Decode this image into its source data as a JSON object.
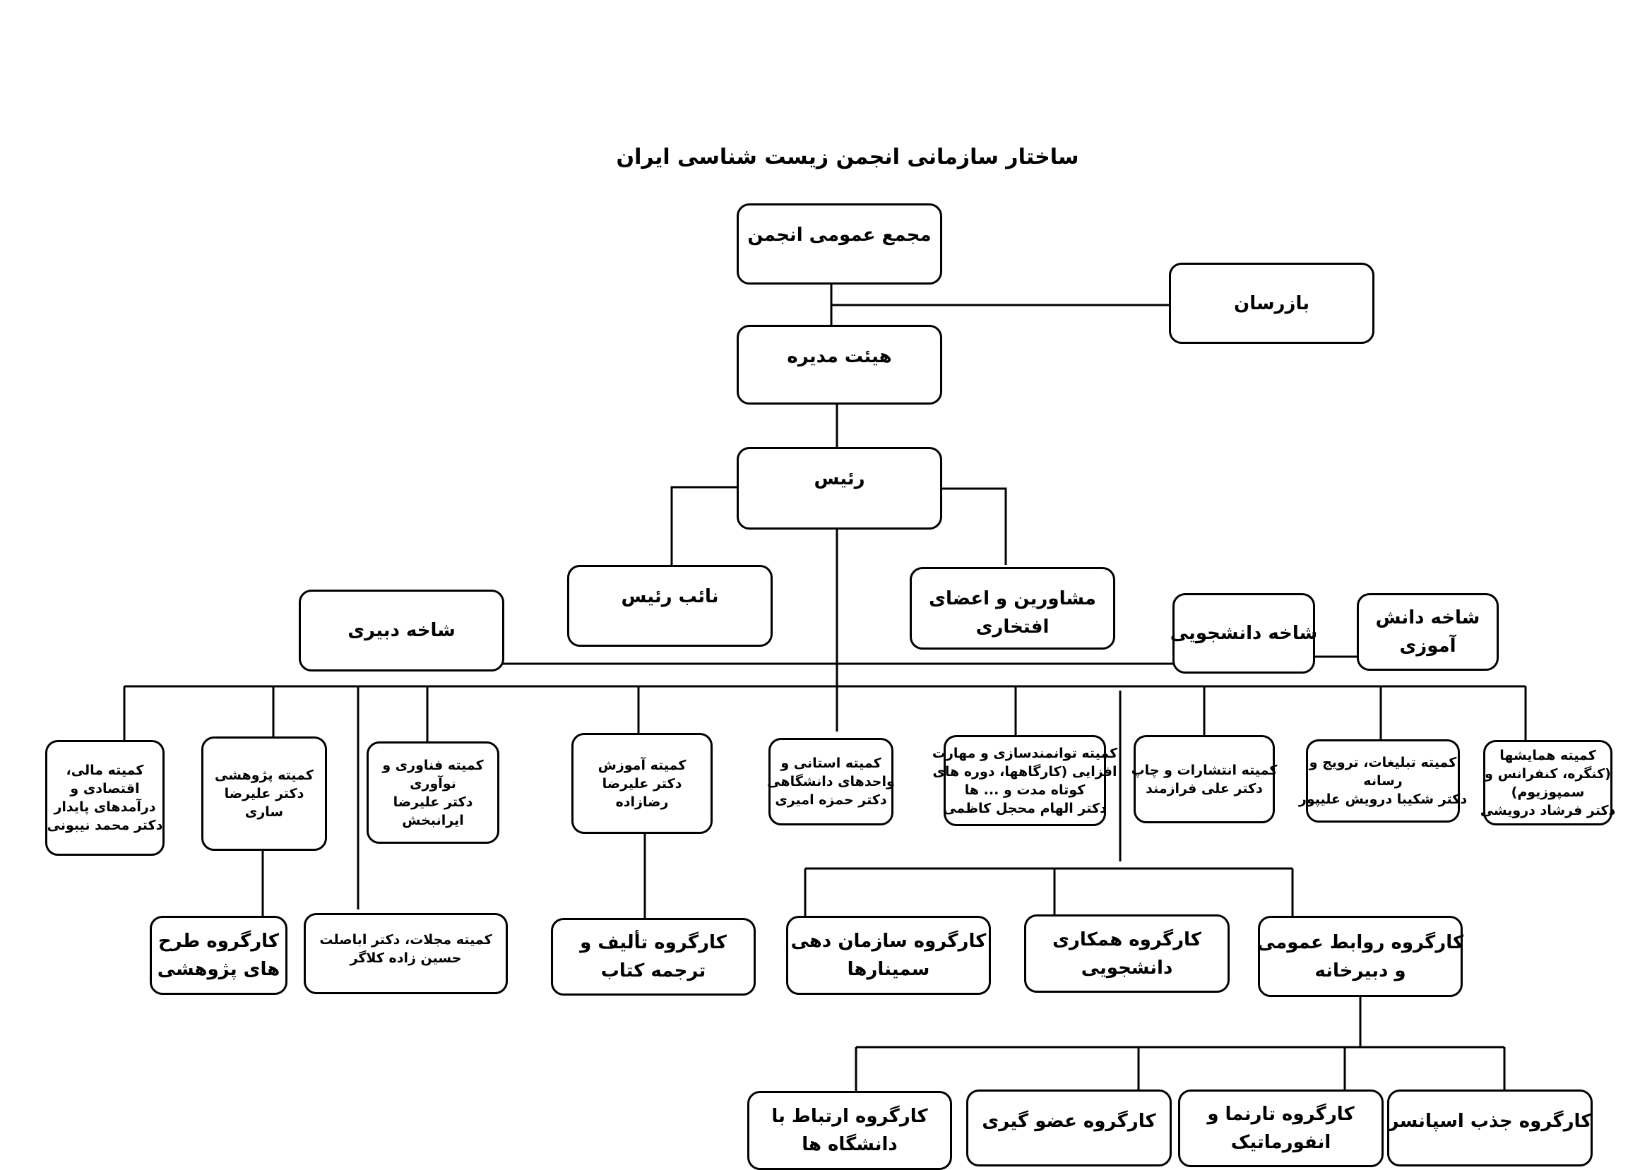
{
  "title": "ساختار سازمانی انجمن زیست شناسی ایران",
  "nodes": {
    "general_assembly": [
      "مجمع عمومی انجمن"
    ],
    "inspector": [
      "بازرسان"
    ],
    "board": [
      "هیئت مدیره"
    ],
    "president": [
      "رئیس"
    ],
    "vice_president": [
      "نائب رئیس"
    ],
    "advisors": [
      "مشاورین و اعضای",
      "افتخاری"
    ],
    "secretariat": [
      "شاخه دبیری"
    ],
    "student_branch": [
      "شاخه دانشجویی"
    ],
    "pupil_branch": [
      "شاخه دانش",
      "آموزی"
    ],
    "committees": [
      [
        "کمیته مالی،",
        "اقتصادی و",
        "درآمدهای پایدار",
        "دکتر محمد نیبونی"
      ],
      [
        "کمیته پژوهشی",
        "دکتر علیرضا",
        "ساری"
      ],
      [
        "کمیته فناوری و",
        "نوآوری",
        "دکتر علیرضا",
        "ایرانبخش"
      ],
      [
        "کمیته آموزش",
        "دکتر علیرضا",
        "رضازاده"
      ],
      [
        "کمیته استانی و",
        "واحدهای دانشگاهی",
        "دکتر حمزه امیری"
      ],
      [
        "کمیته توانمندسازی و مهارت",
        "افزایی (کارگاهها، دوره های",
        "کوتاه مدت و ... ها",
        "دکتر الهام محجل کاظمی"
      ],
      [
        "کمیته انتشارات و چاپ",
        "دکتر علی فرازمند"
      ],
      [
        "کمیته تبلیغات، ترویج و",
        "رسانه",
        "دکتر شکیبا درویش علیپور"
      ],
      [
        "کمیته همایشها",
        "(کنگره، کنفرانس و",
        "سمپوزیوم)",
        "دکتر فرشاد درویشی"
      ]
    ],
    "wg_research": [
      "کارگروه طرح",
      "های پژوهشی"
    ],
    "journals": [
      "کمیته مجلات، دکتر اباصلت",
      "حسین زاده کلاگر"
    ],
    "wg_books": [
      "کارگروه تألیف و",
      "ترجمه کتاب"
    ],
    "wg_seminars": [
      "کارگروه سازمان دهی",
      "سمینارها"
    ],
    "wg_student_coop": [
      "کارگروه همکاری",
      "دانشجویی"
    ],
    "wg_public_relations": [
      "کارگروه روابط عمومی",
      "و دبیرخانه"
    ],
    "wg_university": [
      "کارگروه ارتباط با",
      "دانشگاه ها"
    ],
    "wg_membership": [
      "کارگروه عضو گیری"
    ],
    "wg_website": [
      "کارگروه تارنما و",
      "انفورماتیک"
    ],
    "wg_sponsor": [
      "کارگروه جذب اسپانسر"
    ]
  }
}
